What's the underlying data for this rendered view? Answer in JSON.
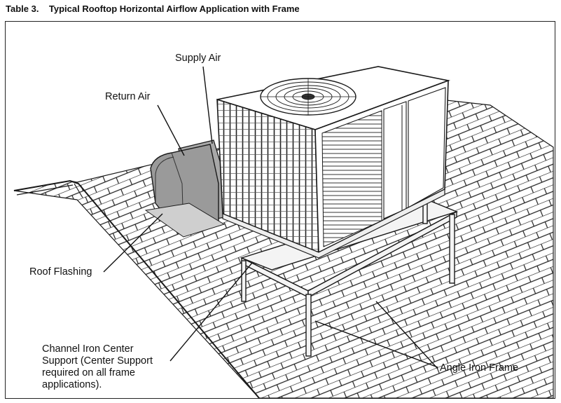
{
  "caption": {
    "table_number": "Table 3.",
    "title": "Typical Rooftop Horizontal Airflow Application with Frame"
  },
  "labels": {
    "supply_air": "Supply Air",
    "return_air": "Return Air",
    "roof_flashing": "Roof Flashing",
    "channel_iron": [
      "Channel Iron Center",
      "Support (Center Support",
      "required on all frame",
      "applications)."
    ],
    "angle_iron": "Angle Iron Frame"
  },
  "colors": {
    "line": "#1a1a1a",
    "duct_fill": "#9a9a9a",
    "unit_fill": "#ffffff",
    "frame_fill": "#f2f2f2"
  }
}
